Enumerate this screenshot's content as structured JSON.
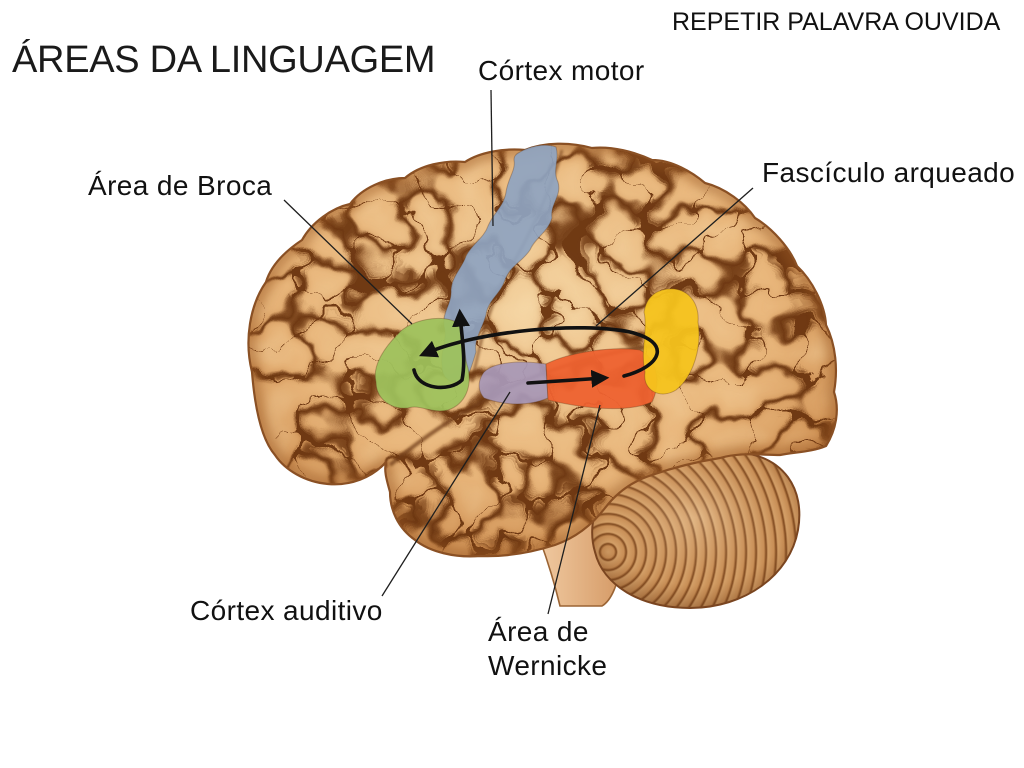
{
  "slide": {
    "caption": "REPETIR PALAVRA OUVIDA",
    "title": "ÁREAS DA LINGUAGEM"
  },
  "labels": {
    "motor_cortex": "Córtex motor",
    "broca_area": "Área de Broca",
    "arcuate_fasciculus": "Fascículo arqueado",
    "auditory_cortex": "Córtex auditivo",
    "wernicke_area": [
      "Área de",
      "Wernicke"
    ]
  },
  "colors": {
    "brain_tissue": "#e9b77c",
    "motor_cortex": "#8fa4c1",
    "broca_area": "#9ec25c",
    "auditory_cortex": "#a898b7",
    "wernicke_area": "#ef6230",
    "yellow_region": "#f6c41d",
    "arrows": "#111111"
  }
}
